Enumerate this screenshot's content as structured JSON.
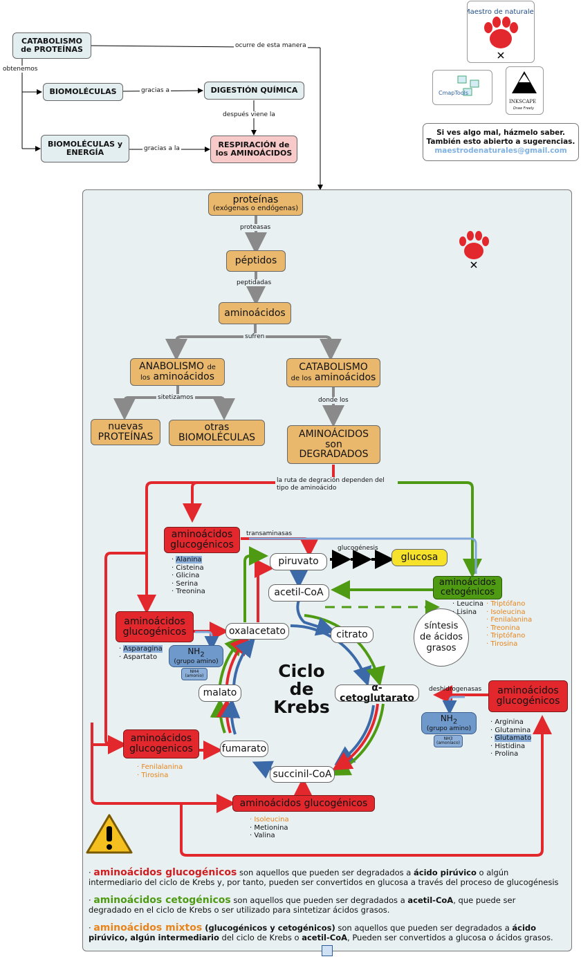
{
  "top_map": {
    "catabolismo": [
      "CATABOLISMO",
      "de PROTEÍNAS"
    ],
    "ocurre": "ocurre de esta manera",
    "obtenemos": "obtenemos",
    "biomoleculas": "BIOMOLÉCULAS",
    "gracias_a": "gracias a",
    "digestion": "DIGESTIÓN QUÍMICA",
    "despues": "después viene la",
    "biomoleculas_energia": [
      "BIOMOLÉCULAS y",
      "ENERGÍA"
    ],
    "gracias_a_la": "gracias a la",
    "respiracion": [
      "RESPIRACIÓN de",
      "los AMINOÁCIDOS"
    ]
  },
  "branding": {
    "logo_text": "Maestro de naturales",
    "cmaptools": "CmapTools",
    "inkscape": "INKSCAPE",
    "inkscape_sub": "Draw Freely",
    "feedback": [
      "Si ves algo mal, házmelo saber.",
      "También esto abierto a sugerencias."
    ],
    "email": "maestrodenaturales@gmail.com"
  },
  "flow": {
    "proteinas": "proteínas",
    "proteinas_sub": "(exógenas o endógenas)",
    "proteasas": "proteasas",
    "peptidos": "péptidos",
    "peptidadas": "peptidadas",
    "aminoacidos": "aminoácidos",
    "sufren": "sufren",
    "anabolismo": "ANABOLISMO",
    "anab_de": "de",
    "anab_los": "los",
    "anab_amino": "aminoácidos",
    "catabolismo": "CATABOLISMO",
    "catab_de": "de los",
    "catab_amino": "aminoácidos",
    "sitetizamos": "sitetizamos",
    "nuevas": "nuevas",
    "proteinas_caps": "PROTEÍNAS",
    "otras": "otras",
    "biomoleculas": "BIOMOLÉCULAS",
    "donde_los": "donde los",
    "degradados": [
      "AMINOÁCIDOS",
      "son",
      "DEGRADADOS"
    ],
    "ruta": [
      "la ruta de degración dependen del",
      "tipo de aminoácido"
    ]
  },
  "krebs": {
    "title": [
      "Ciclo",
      "de",
      "Krebs"
    ],
    "piruvato": "piruvato",
    "acetilcoa": "acetil-CoA",
    "citrato": "citrato",
    "cetoglutarato": "α-cetoglutarato",
    "succinilcoa": "succinil-CoA",
    "fumarato": "fumarato",
    "malato": "malato",
    "oxalacetato": "oxalacetato",
    "glucosa": "glucosa",
    "glucogenesis": "glucogénesis",
    "transaminasas": "transaminasas",
    "sintesis": [
      "síntesis",
      "de ácidos",
      "grasos"
    ],
    "deshidrogenasas": "deshidrogenasas",
    "nh2": "NH",
    "nh2_sub": "2",
    "grupo_amino": "(grupo amino)",
    "nh4": "NH4",
    "amonio": "(amonio)",
    "nh3": "NH3",
    "amoniaco": "(amoníaco)"
  },
  "groups": {
    "g1": {
      "title": [
        "aminoácidos",
        "glucogénicos"
      ],
      "items": [
        "Alanina",
        "Cisteina",
        "Glicina",
        "Serina",
        "Treonina"
      ]
    },
    "cet": {
      "title": [
        "aminoácidos",
        "cetogénicos"
      ],
      "items": [
        "Leucina",
        "Lisina"
      ],
      "mixed": [
        "Triptófano",
        "Isoleucina",
        "Fenilalanina",
        "Treonina",
        "Triptófano",
        "Tirosina"
      ]
    },
    "g2": {
      "title": [
        "aminoácidos",
        "glucogénicos"
      ],
      "items": [
        "Asparagina",
        "Aspartato"
      ]
    },
    "g3": {
      "title": [
        "aminoácidos",
        "glucogénicos"
      ],
      "items": [
        "Arginina",
        "Glutamina",
        "Glutamato",
        "Histidina",
        "Prolina"
      ]
    },
    "g4": {
      "title": [
        "aminoácidos",
        "glucogenicos"
      ],
      "mixed": [
        "Fenilalanina",
        "Tirosina"
      ]
    },
    "g5": {
      "title": "aminoácidos glucogénicos",
      "mixed": [
        "Isoleucina"
      ],
      "items": [
        "Metionina",
        "Valina"
      ]
    }
  },
  "notes": {
    "n1_term": "aminoácidos glucogénicos",
    "n1_a": " son aquellos que pueden ser degradados a ",
    "n1_b": "ácido pirúvico",
    "n1_c": " o algún intermediario del ciclo de Krebs y, por tanto, pueden ser convertidos en glucosa a través del proceso de glucogénesis",
    "n2_term": "aminoácidos cetogénicos",
    "n2_a": " son aquellos que pueden ser degradados a ",
    "n2_b": "acetil-CoA",
    "n2_c": ", que puede ser degradado en el ciclo de Krebs o ser utilizado para sintetizar ácidos grasos.",
    "n3_term": "aminoácidos mixtos",
    "n3_paren": " (glucogénicos y cetogénicos)",
    "n3_a": " son aquellos que pueden ser degradados a ",
    "n3_b": "ácido pirúvico,",
    "n3_c": "algún intermediario",
    "n3_d": " del ciclo de Krebs o ",
    "n3_e": "acetil-CoA",
    "n3_f": ", Pueden ser convertidos a glucosa o ácidos grasos."
  },
  "colors": {
    "red": "#e3282d",
    "green": "#4e9a13",
    "blue": "#3c6aa8",
    "orange": "#e8841b",
    "gray": "#8a8a8a"
  }
}
